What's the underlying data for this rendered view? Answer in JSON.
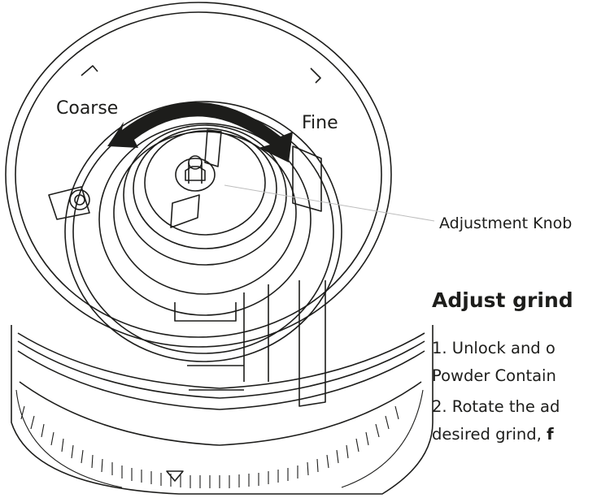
{
  "labels": {
    "coarse": "Coarse",
    "fine": "Fine",
    "adjustment_knob": "Adjustment Knob"
  },
  "heading": "Adjust grind",
  "steps": [
    {
      "line1": "1. Unlock and o",
      "line2": "Powder Contain"
    },
    {
      "line1": "2. Rotate the ad",
      "line2_normal": "desired grind, ",
      "line2_bold": "f"
    }
  ],
  "colors": {
    "line": "#1d1d1b",
    "leader": "#bdbdbd",
    "background": "#ffffff"
  }
}
